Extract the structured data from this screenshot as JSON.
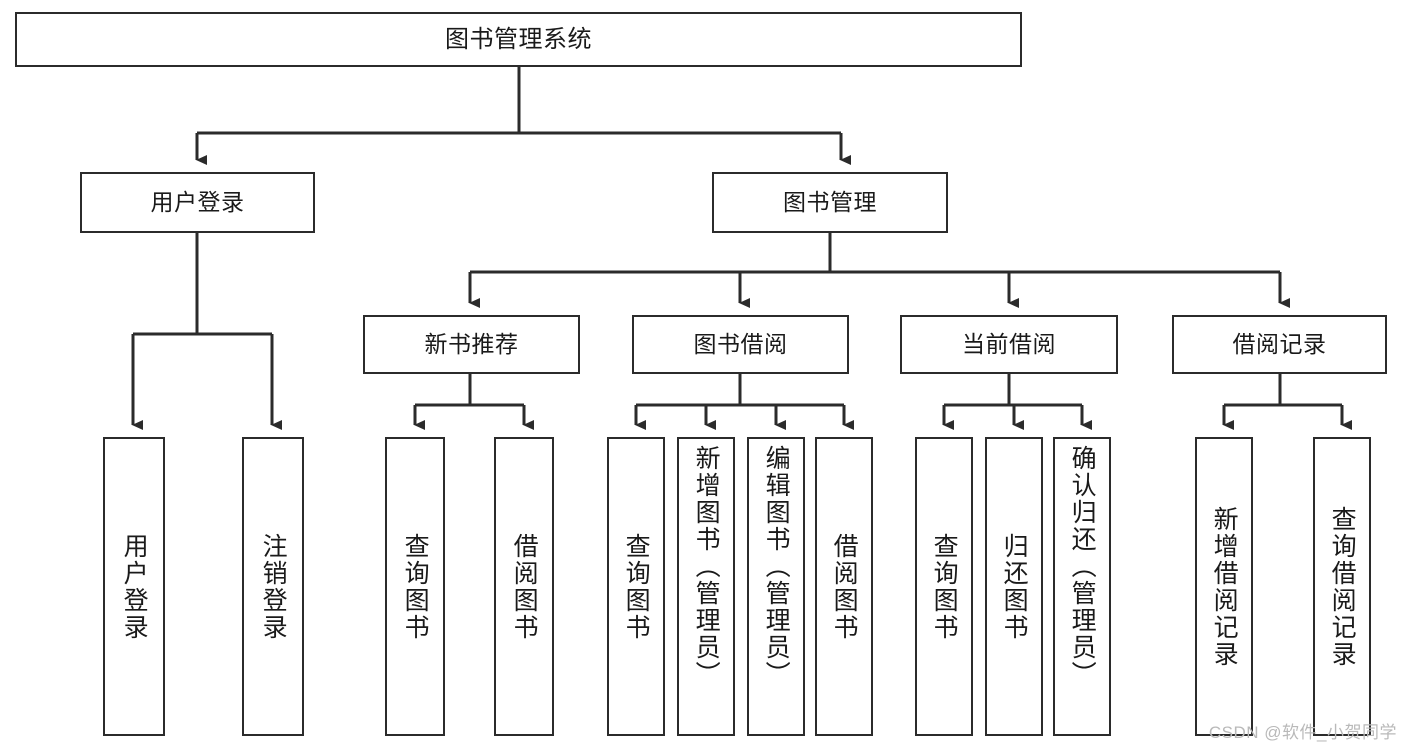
{
  "diagram": {
    "title": "图书管理系统",
    "type": "tree",
    "watermark": "CSDN @软件_小贺同学",
    "colors": {
      "stroke": "#2b2b2b",
      "fill": "#ffffff",
      "text": "#1a1a1a",
      "watermark": "#b9b9b9"
    },
    "levels": {
      "root": {
        "label": "图书管理系统"
      },
      "level1": [
        {
          "id": "user-login",
          "label": "用户登录"
        },
        {
          "id": "book-manage",
          "label": "图书管理"
        }
      ],
      "level2": [
        {
          "id": "new-book-rec",
          "label": "新书推荐",
          "parent": "book-manage"
        },
        {
          "id": "book-borrow",
          "label": "图书借阅",
          "parent": "book-manage"
        },
        {
          "id": "current-borrow",
          "label": "当前借阅",
          "parent": "book-manage"
        },
        {
          "id": "borrow-record",
          "label": "借阅记录",
          "parent": "book-manage"
        }
      ],
      "leaves": [
        {
          "id": "leaf-user-login",
          "label": "用户登录",
          "parent": "user-login"
        },
        {
          "id": "leaf-logout",
          "label": "注销登录",
          "parent": "user-login"
        },
        {
          "id": "leaf-query-book-1",
          "label": "查询图书",
          "parent": "new-book-rec"
        },
        {
          "id": "leaf-borrow-book-1",
          "label": "借阅图书",
          "parent": "new-book-rec"
        },
        {
          "id": "leaf-query-book-2",
          "label": "查询图书",
          "parent": "book-borrow"
        },
        {
          "id": "leaf-add-book",
          "label": "新增图书（管理员）",
          "parent": "book-borrow"
        },
        {
          "id": "leaf-edit-book",
          "label": "编辑图书（管理员）",
          "parent": "book-borrow"
        },
        {
          "id": "leaf-borrow-book-2",
          "label": "借阅图书",
          "parent": "book-borrow"
        },
        {
          "id": "leaf-query-book-3",
          "label": "查询图书",
          "parent": "current-borrow"
        },
        {
          "id": "leaf-return-book",
          "label": "归还图书",
          "parent": "current-borrow"
        },
        {
          "id": "leaf-confirm-return",
          "label": "确认归还（管理员）",
          "parent": "current-borrow"
        },
        {
          "id": "leaf-add-record",
          "label": "新增借阅记录",
          "parent": "borrow-record"
        },
        {
          "id": "leaf-query-record",
          "label": "查询借阅记录",
          "parent": "borrow-record"
        }
      ]
    }
  }
}
